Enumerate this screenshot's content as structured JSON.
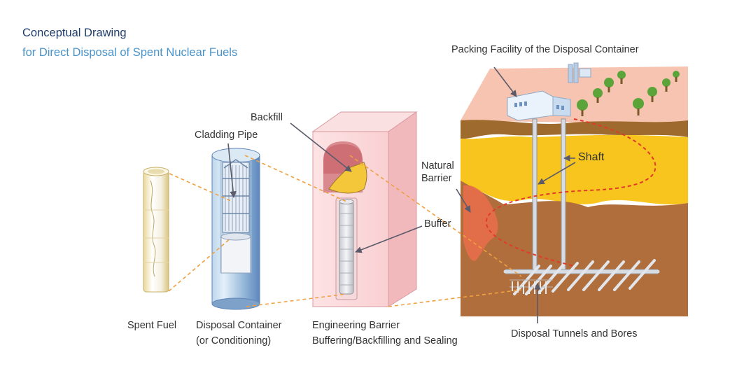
{
  "header": {
    "title": "Conceptual Drawing",
    "subtitle": "for Direct Disposal of Spent Nuclear Fuels"
  },
  "labels": {
    "packing_facility": "Packing Facility of the Disposal Container",
    "backfill": "Backfill",
    "cladding_pipe": "Cladding Pipe",
    "natural_barrier_1": "Natural",
    "natural_barrier_2": "Barrier",
    "shaft": "Shaft",
    "buffer": "Buffer",
    "spent_fuel": "Spent Fuel",
    "disposal_container_1": "Disposal Container",
    "disposal_container_2": "(or Conditioning)",
    "engineering_barrier_1": "Engineering Barrier",
    "engineering_barrier_2": "Buffering/Backfilling and Sealing",
    "disposal_tunnels": "Disposal Tunnels and Bores"
  },
  "colors": {
    "title": "#1f3d6b",
    "subtitle": "#4a93c9",
    "orange_dash": "#f0a040",
    "red_dash": "#e23a2a",
    "soil_yellow": "#f7c51d",
    "soil_brown": "#b06e3c",
    "sky_pink": "#f6c4b0",
    "barrier_pink": "#fbd6d8"
  }
}
